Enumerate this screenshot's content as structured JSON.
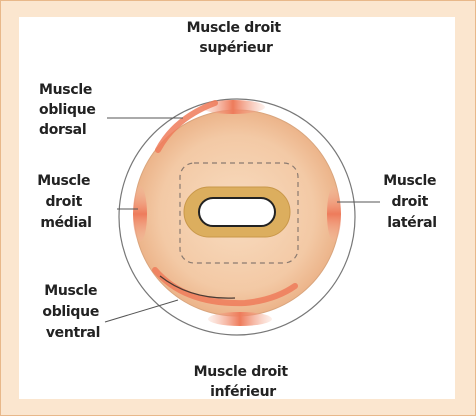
{
  "labels": {
    "superior_rectus": [
      "Muscle droit",
      "supérieur"
    ],
    "dorsal_oblique": [
      "Muscle",
      "oblique",
      "dorsal"
    ],
    "medial_rectus": [
      "Muscle",
      "droit",
      "médial"
    ],
    "lateral_rectus": [
      "Muscle",
      "droit",
      "latéral"
    ],
    "ventral_oblique": [
      "Muscle",
      "oblique",
      "ventral"
    ],
    "inferior_rectus": [
      "Muscle droit",
      "inférieur"
    ]
  },
  "colors": {
    "frame_background": "#fbe6cf",
    "eyeball": "#f3c9a5",
    "muscle": "#f0876a",
    "pupil_ring": "#dcae5e",
    "text": "#222222"
  }
}
